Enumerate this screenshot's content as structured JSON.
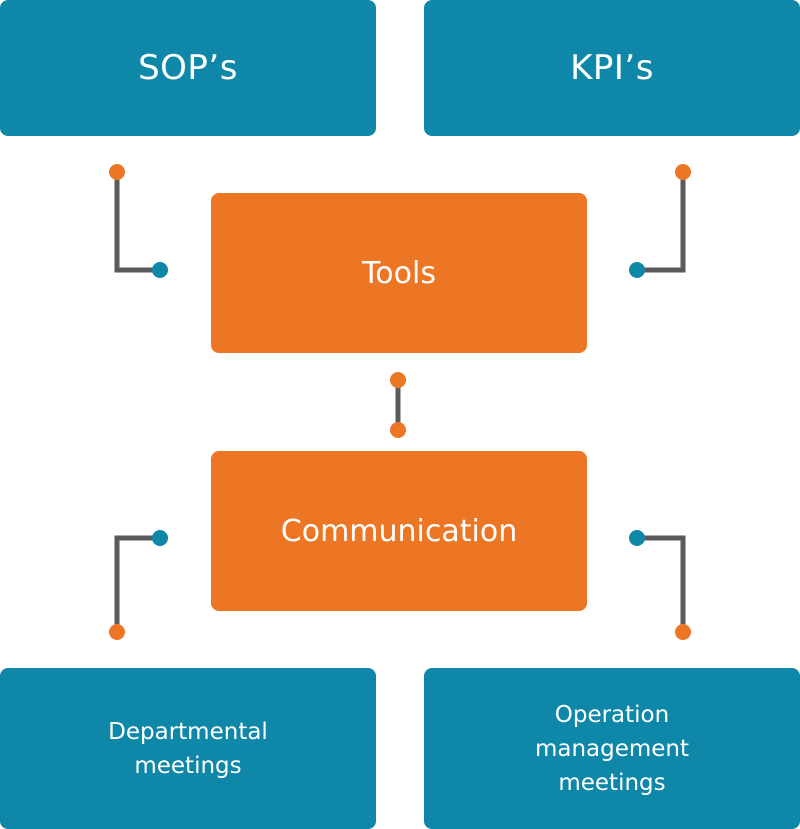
{
  "diagram": {
    "top_left": "SOP’s",
    "top_right": "KPI’s",
    "center_top": "Tools",
    "center_bottom": "Communication",
    "bottom_left": "Departmental\nmeetings",
    "bottom_right": "Operation\nmanagement\nmeetings"
  },
  "colors": {
    "teal": "#0f87a8",
    "orange": "#ed7625",
    "connector": "#5b5b5b"
  }
}
